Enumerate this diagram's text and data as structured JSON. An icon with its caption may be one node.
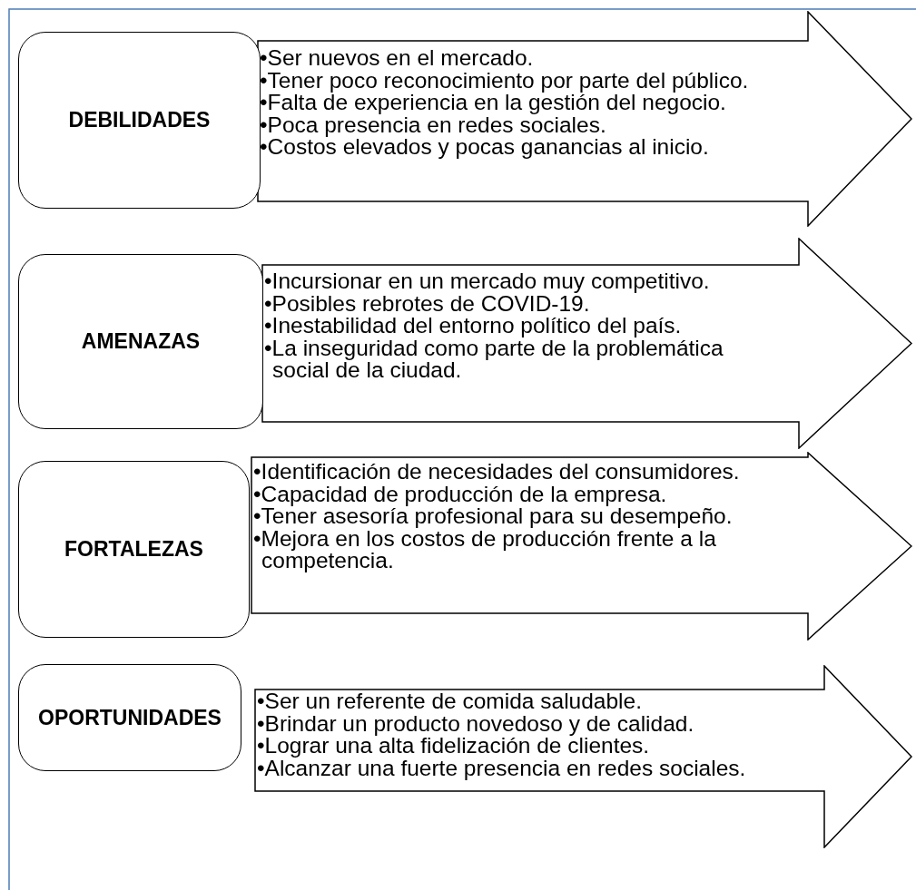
{
  "diagram": {
    "nodes": [
      {
        "text": [
          "DEBILIDADES"
        ]
      },
      {
        "text": [
          "•Ser nuevos en el mercado.",
          "•Tener poco reconocimiento por parte del público.",
          "•Falta de experiencia en la gestión del negocio.",
          "•Poca presencia en redes sociales.",
          "•Costos elevados y pocas ganancias al inicio."
        ]
      },
      {
        "text": [
          "AMENAZAS"
        ]
      },
      {
        "text": [
          "•Incursionar en un mercado muy competitivo.",
          "•Posibles rebrotes de COVID-19.",
          "•Inestabilidad del entorno político del país.",
          "•La inseguridad como parte de la problemática social de la ciudad."
        ]
      },
      {
        "text": [
          "FORTALEZAS"
        ]
      },
      {
        "text": [
          "•Identificación de necesidades del consumidores.",
          "•Capacidad de producción de la empresa.",
          "•Tener asesoría profesional para su desempeño.",
          "•Mejora en los costos de producción frente a la competencia."
        ]
      },
      {
        "text": [
          "OPORTUNIDADES"
        ]
      },
      {
        "text": [
          "•Ser un referente de comida saludable.",
          "•Brindar un producto novedoso y de calidad.",
          "•Lograr una alta fidelización de clientes.",
          "•Alcanzar una fuerte presencia en redes sociales."
        ]
      }
    ],
    "edges": []
  }
}
